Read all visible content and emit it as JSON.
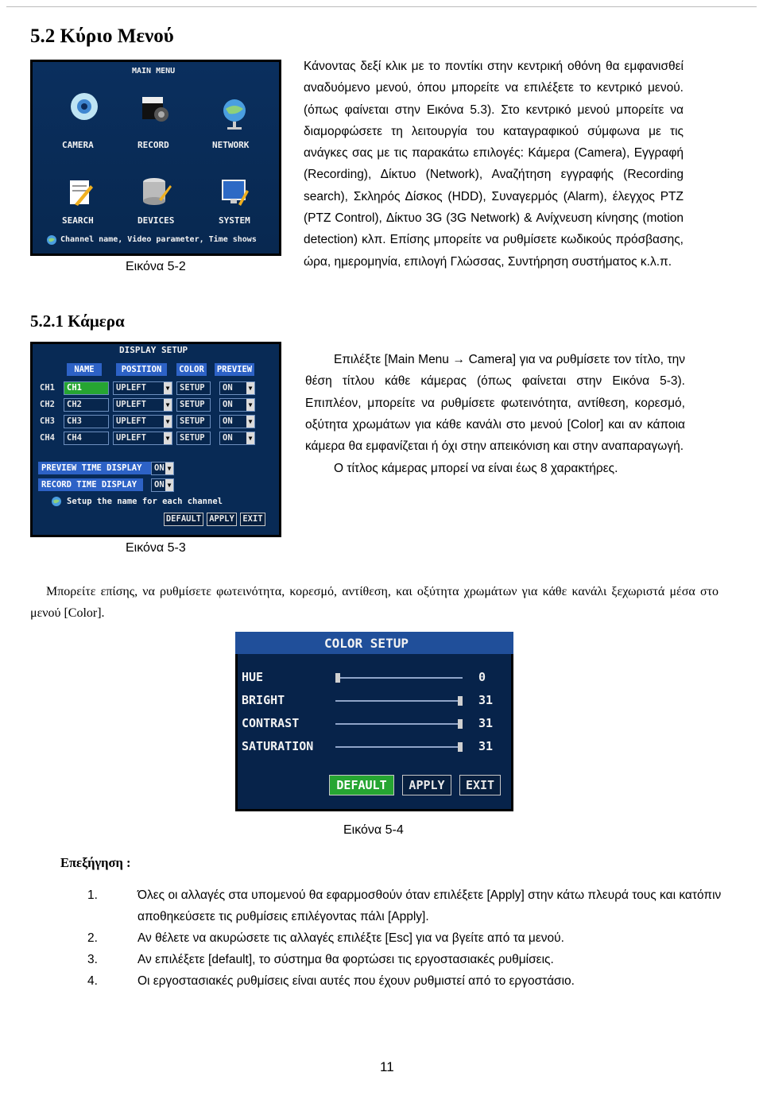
{
  "section_main": {
    "heading": "5.2 Κύριο Μενού",
    "caption": "Εικόνα 5-2",
    "paragraph": "Κάνοντας δεξί κλικ με το ποντίκι στην κεντρική οθόνη θα εμφανισθεί αναδυόμενο μενού, όπου μπορείτε να επιλέξετε το κεντρικό μενού. (όπως φαίνεται στην Εικόνα 5.3). Στο κεντρικό μενού μπορείτε να διαμορφώσετε τη λειτουργία του καταγραφικού σύμφωνα με τις ανάγκες σας με τις παρακάτω επιλογές: Κάμερα (Camera), Εγγραφή (Recording), Δίκτυο (Network), Αναζήτηση εγγραφής (Recording search), Σκληρός Δίσκος (HDD), Συναγερμός (Alarm), έλεγχος PTZ (PTZ Control), Δίκτυο 3G (3G Network) & Ανίχνευση κίνησης (motion detection) κλπ. Επίσης μπορείτε να ρυθμίσετε κωδικούς πρόσβασης, ώρα, ημερομηνία, επιλογή Γλώσσας, Συντήρηση συστήματος κ.λ.π."
  },
  "main_menu_screen": {
    "title": "MAIN MENU",
    "items": [
      "CAMERA",
      "RECORD",
      "NETWORK",
      "SEARCH",
      "DEVICES",
      "SYSTEM"
    ],
    "hint": "Channel name, Video parameter, Time shows"
  },
  "section_camera": {
    "heading": "5.2.1 Κάμερα",
    "para1": "Επιλέξτε [Main Menu → Camera] για να ρυθμίσετε τον τίτλο, την θέση τίτλου κάθε κάμερας (όπως φαίνεται στην Εικόνα 5-3). Επιπλέον, μπορείτε να ρυθμίσετε φωτεινότητα, αντίθεση, κορεσμό, οξύτητα χρωμάτων για κάθε κανάλι στο μενού [Color] και αν κάποια κάμερα θα εμφανίζεται ή όχι    στην απεικόνιση και στην αναπαραγωγή.",
    "para2": "Ο τίτλος κάμερας μπορεί να είναι έως 8 χαρακτήρες.",
    "caption": "Εικόνα 5-3"
  },
  "display_setup_screen": {
    "title": "DISPLAY SETUP",
    "headers": [
      "NAME",
      "POSITION",
      "COLOR",
      "PREVIEW"
    ],
    "rows": [
      {
        "ch": "CH1",
        "name": "CH1",
        "position": "UPLEFT",
        "color": "SETUP",
        "preview": "ON"
      },
      {
        "ch": "CH2",
        "name": "CH2",
        "position": "UPLEFT",
        "color": "SETUP",
        "preview": "ON"
      },
      {
        "ch": "CH3",
        "name": "CH3",
        "position": "UPLEFT",
        "color": "SETUP",
        "preview": "ON"
      },
      {
        "ch": "CH4",
        "name": "CH4",
        "position": "UPLEFT",
        "color": "SETUP",
        "preview": "ON"
      }
    ],
    "preview_time_label": "PREVIEW TIME DISPLAY",
    "preview_time_value": "ON",
    "record_time_label": "RECORD TIME DISPLAY",
    "record_time_value": "ON",
    "hint": "Setup the name for each channel",
    "buttons": [
      "DEFAULT",
      "APPLY",
      "EXIT"
    ]
  },
  "color_paragraph": "Μπορείτε επίσης, να ρυθμίσετε φωτεινότητα, κορεσμό, αντίθεση, και οξύτητα χρωμάτων για κάθε κανάλι ξεχωριστά μέσα στο μενού [Color].",
  "color_setup_screen": {
    "title": "COLOR SETUP",
    "rows": [
      {
        "label": "HUE",
        "value": "0",
        "level": 0
      },
      {
        "label": "BRIGHT",
        "value": "31",
        "level": 31
      },
      {
        "label": "CONTRAST",
        "value": "31",
        "level": 31
      },
      {
        "label": "SATURATION",
        "value": "31",
        "level": 31
      }
    ],
    "buttons": [
      "DEFAULT",
      "APPLY",
      "EXIT"
    ],
    "caption": "Εικόνα 5-4"
  },
  "notes": {
    "heading": "Επεξήγηση :",
    "items": [
      {
        "num": "1.",
        "text": "Όλες οι αλλαγές στα υπομενού θα εφαρμοσθούν όταν επιλέξετε [Apply] στην κάτω πλευρά τους και κατόπιν αποθηκεύσετε τις ρυθμίσεις επιλέγοντας πάλι [Apply]."
      },
      {
        "num": "2.",
        "text": "Αν θέλετε να ακυρώσετε τις αλλαγές επιλέξτε [Esc] για να βγείτε από τα μενού."
      },
      {
        "num": "3.",
        "text": "Αν επιλέξετε [default], το σύστημα θα φορτώσει τις εργοστασιακές ρυθμίσεις."
      },
      {
        "num": "4.",
        "text": "Οι εργοστασιακές ρυθμίσεις είναι αυτές που έχουν ρυθμιστεί από το εργοστάσιο."
      }
    ]
  },
  "page_number": "11"
}
